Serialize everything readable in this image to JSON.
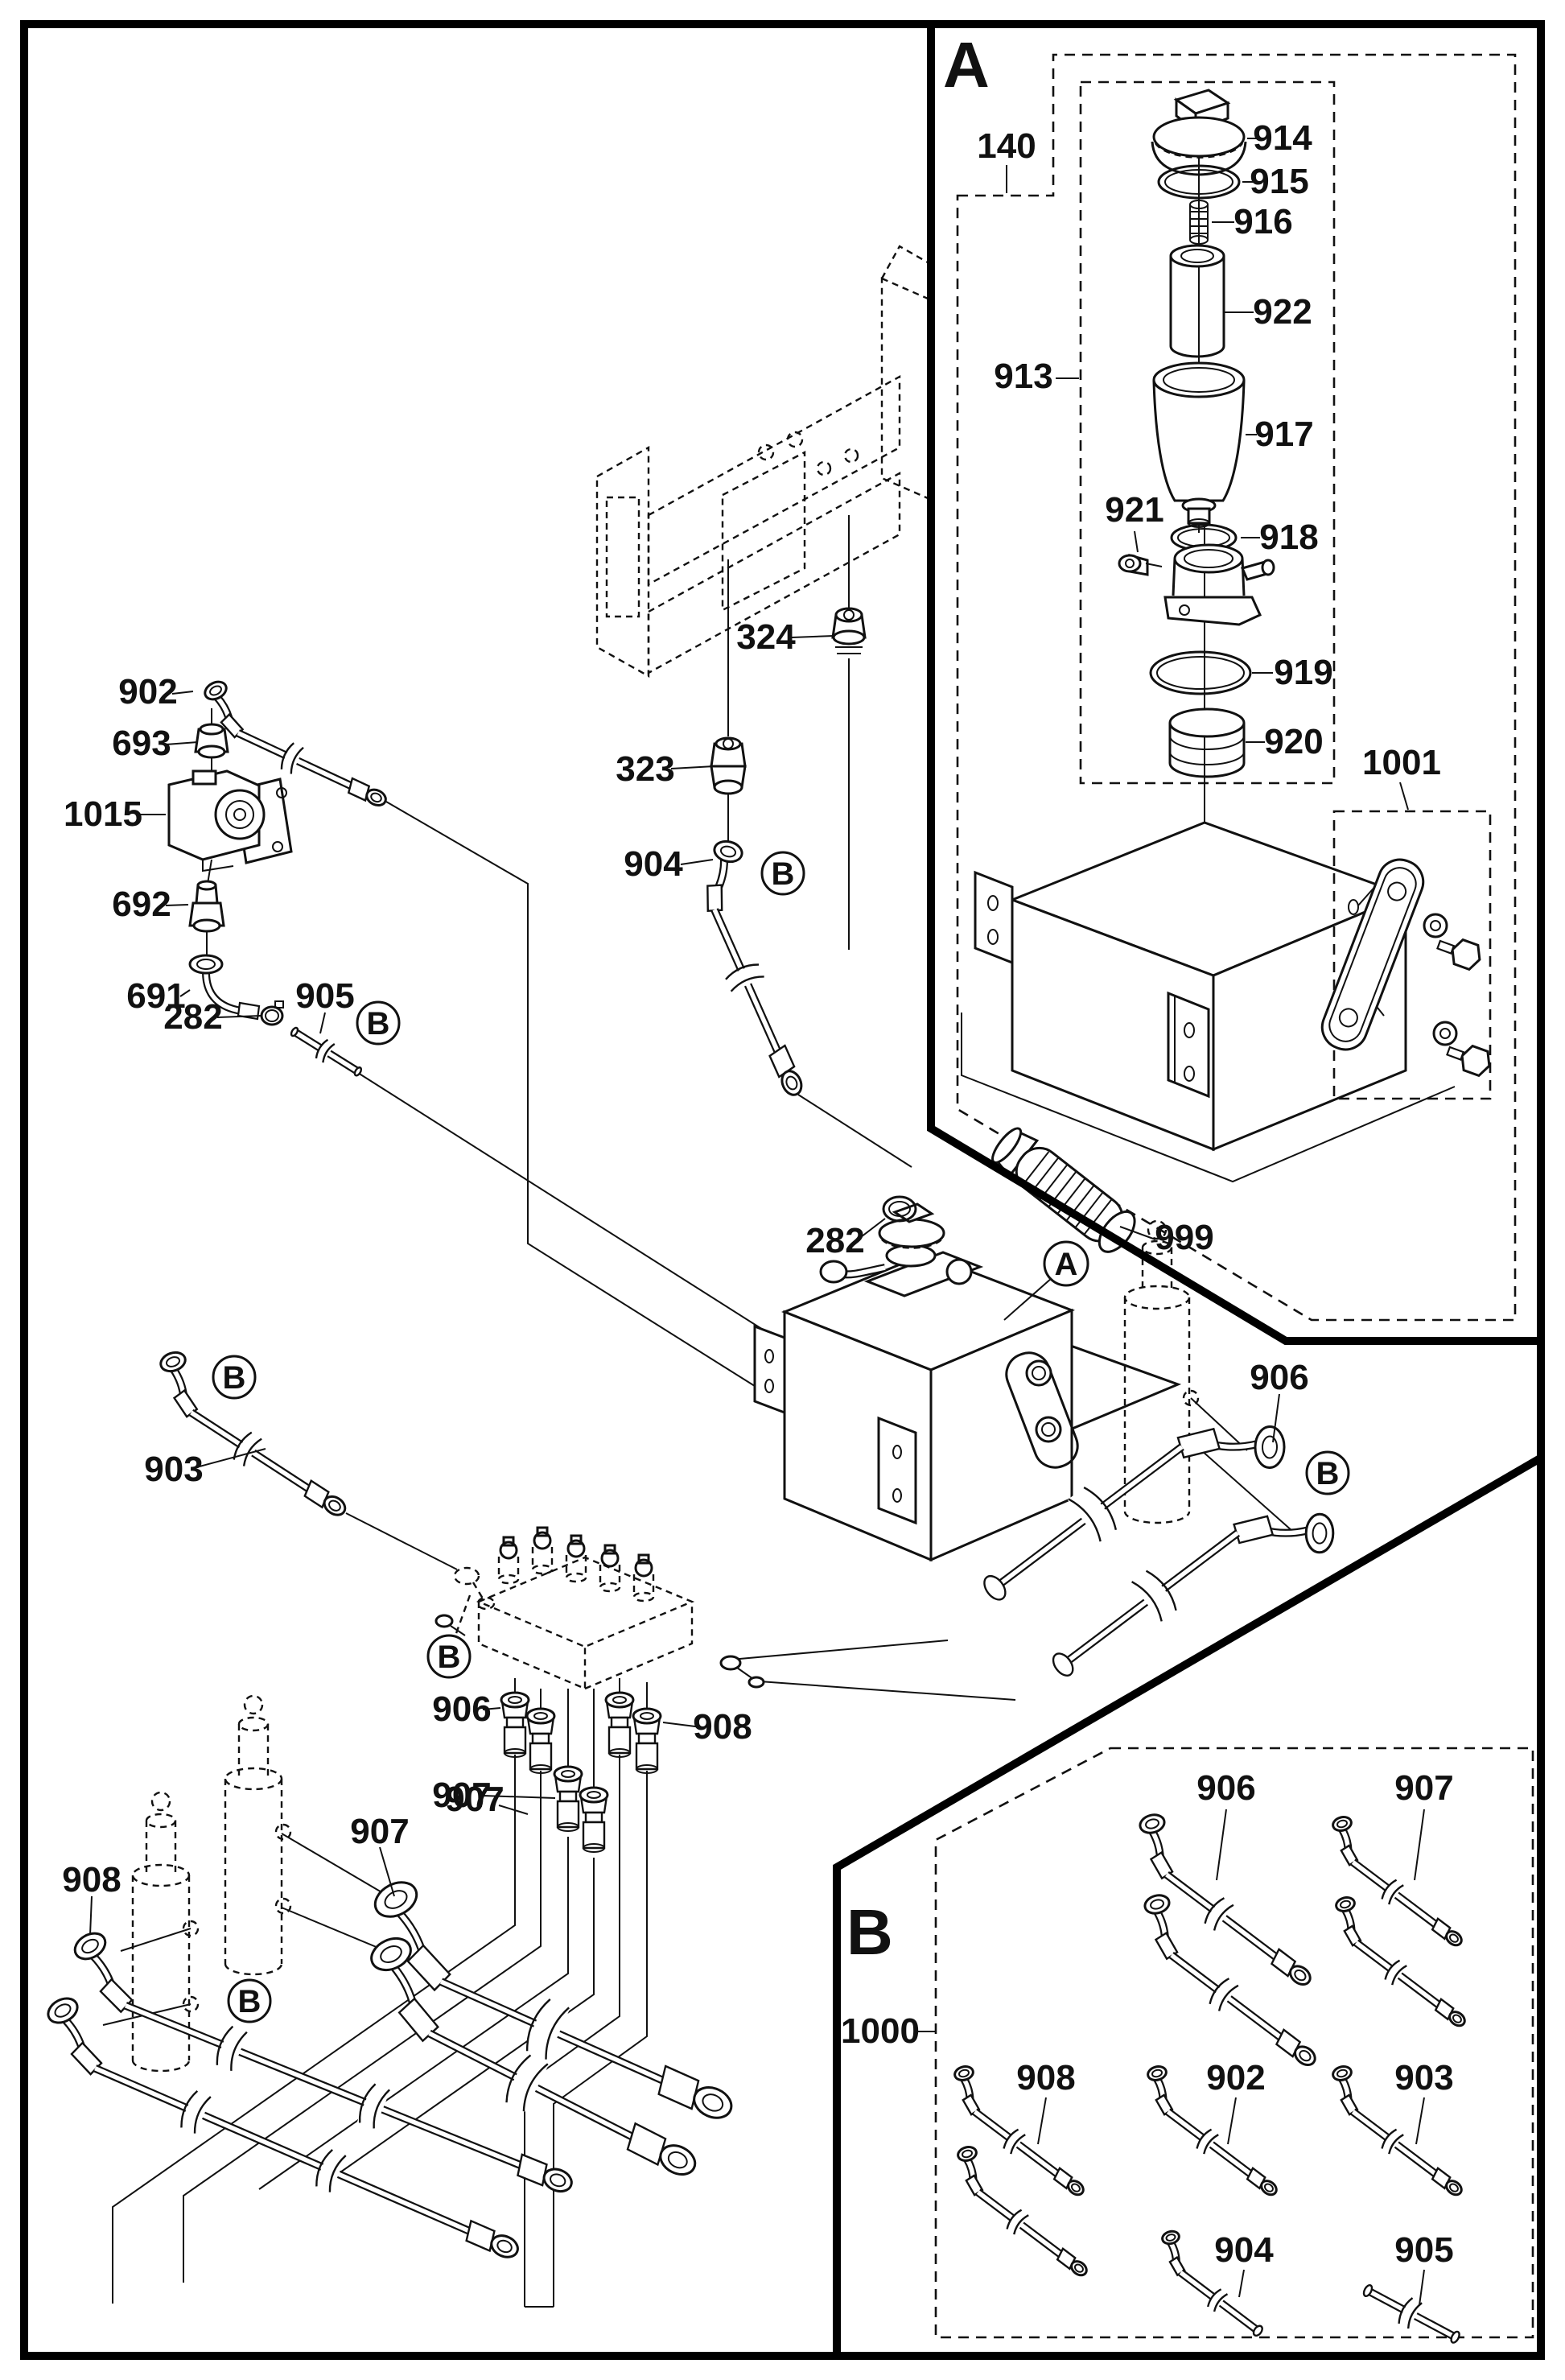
{
  "document": {
    "kind": "exploded-parts-diagram",
    "background_color": "#ffffff",
    "line_color": "#111111",
    "detail_insets": [
      "A",
      "B"
    ]
  },
  "labels": {
    "letter_a": "A",
    "letter_b": "B",
    "p140": "140",
    "p282": "282",
    "p323": "323",
    "p324": "324",
    "p691": "691",
    "p692": "692",
    "p693": "693",
    "p902": "902",
    "p903": "903",
    "p904": "904",
    "p905": "905",
    "p906": "906",
    "p907": "907",
    "p908": "908",
    "p913": "913",
    "p914": "914",
    "p915": "915",
    "p916": "916",
    "p917": "917",
    "p918": "918",
    "p919": "919",
    "p920": "920",
    "p921": "921",
    "p922": "922",
    "p999": "999",
    "p1000": "1000",
    "p1001": "1001",
    "p1015": "1015"
  },
  "callouts": {
    "main": [
      "902",
      "693",
      "1015",
      "692",
      "691",
      "282",
      "905",
      "324",
      "323",
      "904",
      "282",
      "906",
      "903",
      "906",
      "907",
      "908",
      "907",
      "907",
      "908",
      "A",
      "B"
    ],
    "detail_a": [
      "140",
      "913",
      "914",
      "915",
      "916",
      "917",
      "918",
      "919",
      "920",
      "921",
      "922",
      "999",
      "1001"
    ],
    "detail_b": [
      "1000",
      "906",
      "907",
      "908",
      "902",
      "903",
      "904",
      "905"
    ]
  }
}
